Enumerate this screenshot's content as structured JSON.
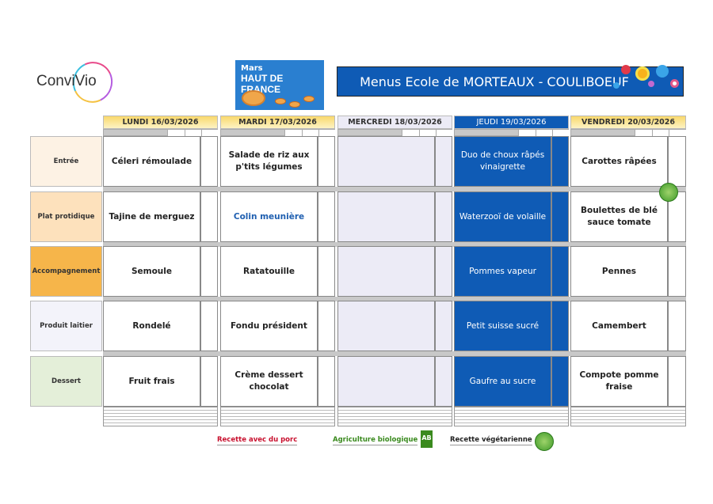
{
  "logo": {
    "text": "ConviVio"
  },
  "banner": {
    "month": "Mars",
    "title": "HAUT DE FRANCE"
  },
  "title": "Menus Ecole de MORTEAUX - COULIBOEUF",
  "days": [
    {
      "label": "LUNDI  16/03/2026"
    },
    {
      "label": "MARDI 17/03/2026"
    },
    {
      "label": "MERCREDI 18/03/2026"
    },
    {
      "label": "JEUDI 19/03/2026"
    },
    {
      "label": "VENDREDI 20/03/2026"
    }
  ],
  "rows": [
    {
      "label": "Entrée",
      "items": [
        "Céleri rémoulade",
        "Salade de riz aux p'tits légumes",
        "",
        "Duo de choux râpés vinaigrette",
        "Carottes râpées"
      ]
    },
    {
      "label": "Plat protidique",
      "items": [
        "Tajine de merguez",
        "Colin meunière",
        "",
        "Waterzooï de volaille",
        "Boulettes de blé sauce tomate"
      ]
    },
    {
      "label": "Accompagnement",
      "items": [
        "Semoule",
        "Ratatouille",
        "",
        "Pommes vapeur",
        "Pennes"
      ]
    },
    {
      "label": "Produit laitier",
      "items": [
        "Rondelé",
        "Fondu président",
        "",
        "Petit suisse sucré",
        "Camembert"
      ]
    },
    {
      "label": "Dessert",
      "items": [
        "Fruit frais",
        "Crème dessert chocolat",
        "",
        "Gaufre au sucre",
        "Compote pomme fraise"
      ]
    }
  ],
  "legend": {
    "pork": "Recette avec du porc",
    "organic": "Agriculture biologique",
    "organic_badge": "AB",
    "vegetarian": "Recette végétarienne"
  },
  "colors": {
    "blue": "#0f5bb5",
    "pork": "#c8102e",
    "organic": "#3a8a1e"
  }
}
